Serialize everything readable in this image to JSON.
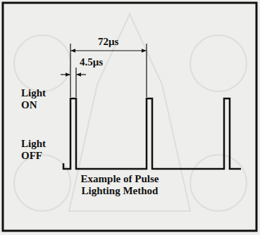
{
  "diagram": {
    "caption": "Example of Pulse Lighting Method",
    "labels": [
      "72μs",
      "4.5μs",
      "Light ON",
      "Light OFF"
    ]
  }
}
